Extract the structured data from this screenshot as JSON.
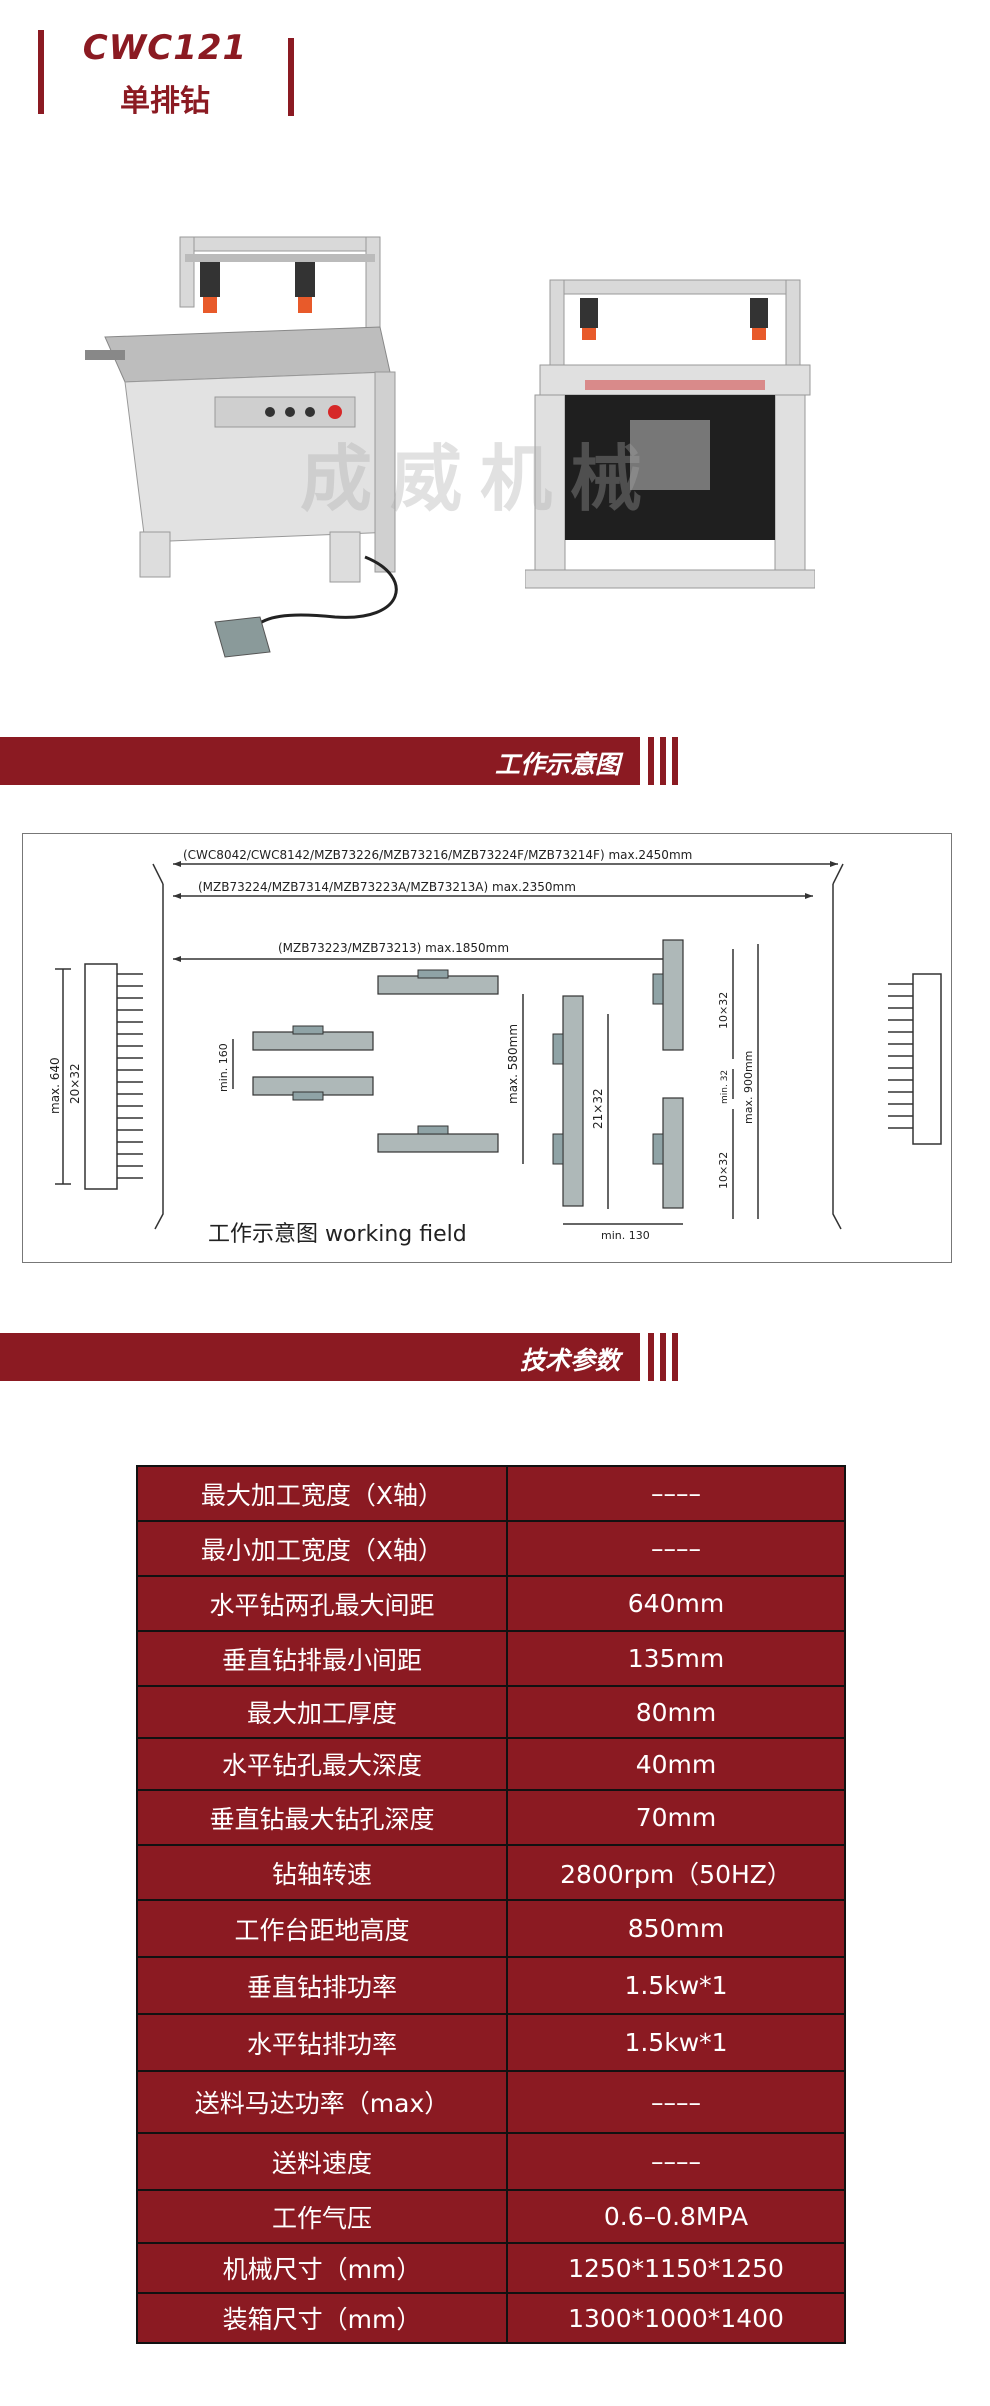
{
  "header": {
    "model": "CWC121",
    "subtitle": "单排钻"
  },
  "watermark": "成威机械",
  "sections": {
    "diagram_title": "工作示意图",
    "specs_title": "技术参数"
  },
  "diagram": {
    "dim1": "(CWC8042/CWC8142/MZB73226/MZB73216/MZB73224F/MZB73214F)  max.2450mm",
    "dim2": "(MZB73224/MZB7314/MZB73223A/MZB73213A)  max.2350mm",
    "dim3": "(MZB73223/MZB73213)  max.1850mm",
    "left_max": "max. 640",
    "left_spec": "20×32",
    "min160": "min. 160",
    "max580": "max. 580mm",
    "spec21": "21×32",
    "top10": "10×32",
    "min32": "min. 32",
    "bot10": "10×32",
    "max900": "max. 900mm",
    "min130": "min. 130",
    "caption": "工作示意图  working field"
  },
  "specs": [
    {
      "key": "最大加工宽度（X轴）",
      "value": "––––"
    },
    {
      "key": "最小加工宽度（X轴）",
      "value": "––––"
    },
    {
      "key": "水平钻两孔最大间距",
      "value": "640mm"
    },
    {
      "key": "垂直钻排最小间距",
      "value": "135mm"
    },
    {
      "key": "最大加工厚度",
      "value": "80mm"
    },
    {
      "key": "水平钻孔最大深度",
      "value": "40mm"
    },
    {
      "key": "垂直钻最大钻孔深度",
      "value": "70mm"
    },
    {
      "key": "钻轴转速",
      "value": "2800rpm（50HZ）"
    },
    {
      "key": "工作台距地高度",
      "value": "850mm"
    },
    {
      "key": "垂直钻排功率",
      "value": "1.5kw*1"
    },
    {
      "key": "水平钻排功率",
      "value": "1.5kw*1"
    },
    {
      "key": "送料马达功率（max）",
      "value": "––––"
    },
    {
      "key": "送料速度",
      "value": "––––"
    },
    {
      "key": "工作气压",
      "value": "0.6–0.8MPA"
    },
    {
      "key": "机械尺寸（mm）",
      "value": "1250*1150*1250"
    },
    {
      "key": "装箱尺寸（mm）",
      "value": "1300*1000*1400"
    }
  ]
}
